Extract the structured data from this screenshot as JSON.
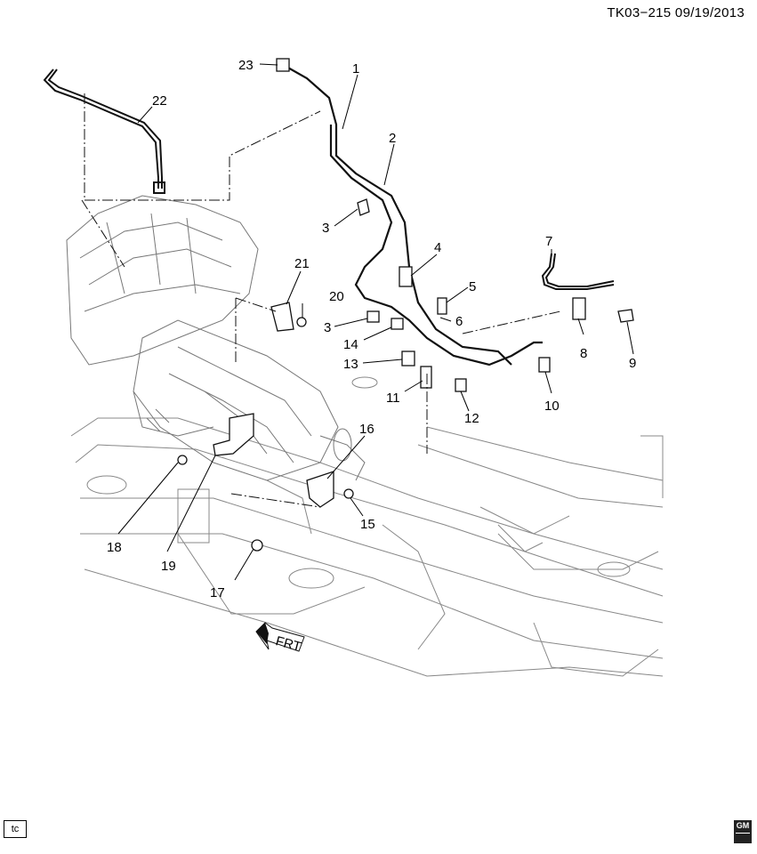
{
  "header": {
    "code": "TK03−215",
    "date": "09/19/2013"
  },
  "callouts": [
    {
      "id": "c1",
      "label": "1"
    },
    {
      "id": "c2",
      "label": "2"
    },
    {
      "id": "c3a",
      "label": "3"
    },
    {
      "id": "c3b",
      "label": "3"
    },
    {
      "id": "c4",
      "label": "4"
    },
    {
      "id": "c5",
      "label": "5"
    },
    {
      "id": "c6",
      "label": "6"
    },
    {
      "id": "c7",
      "label": "7"
    },
    {
      "id": "c8",
      "label": "8"
    },
    {
      "id": "c9",
      "label": "9"
    },
    {
      "id": "c10",
      "label": "10"
    },
    {
      "id": "c11",
      "label": "11"
    },
    {
      "id": "c12",
      "label": "12"
    },
    {
      "id": "c13",
      "label": "13"
    },
    {
      "id": "c14",
      "label": "14"
    },
    {
      "id": "c15",
      "label": "15"
    },
    {
      "id": "c16",
      "label": "16"
    },
    {
      "id": "c17",
      "label": "17"
    },
    {
      "id": "c18",
      "label": "18"
    },
    {
      "id": "c19",
      "label": "19"
    },
    {
      "id": "c20",
      "label": "20"
    },
    {
      "id": "c21",
      "label": "21"
    },
    {
      "id": "c22",
      "label": "22"
    },
    {
      "id": "c23",
      "label": "23"
    }
  ],
  "front_arrow": {
    "label": "FRT"
  },
  "footer": {
    "tc_label": "tc",
    "logo_text": "GM"
  }
}
